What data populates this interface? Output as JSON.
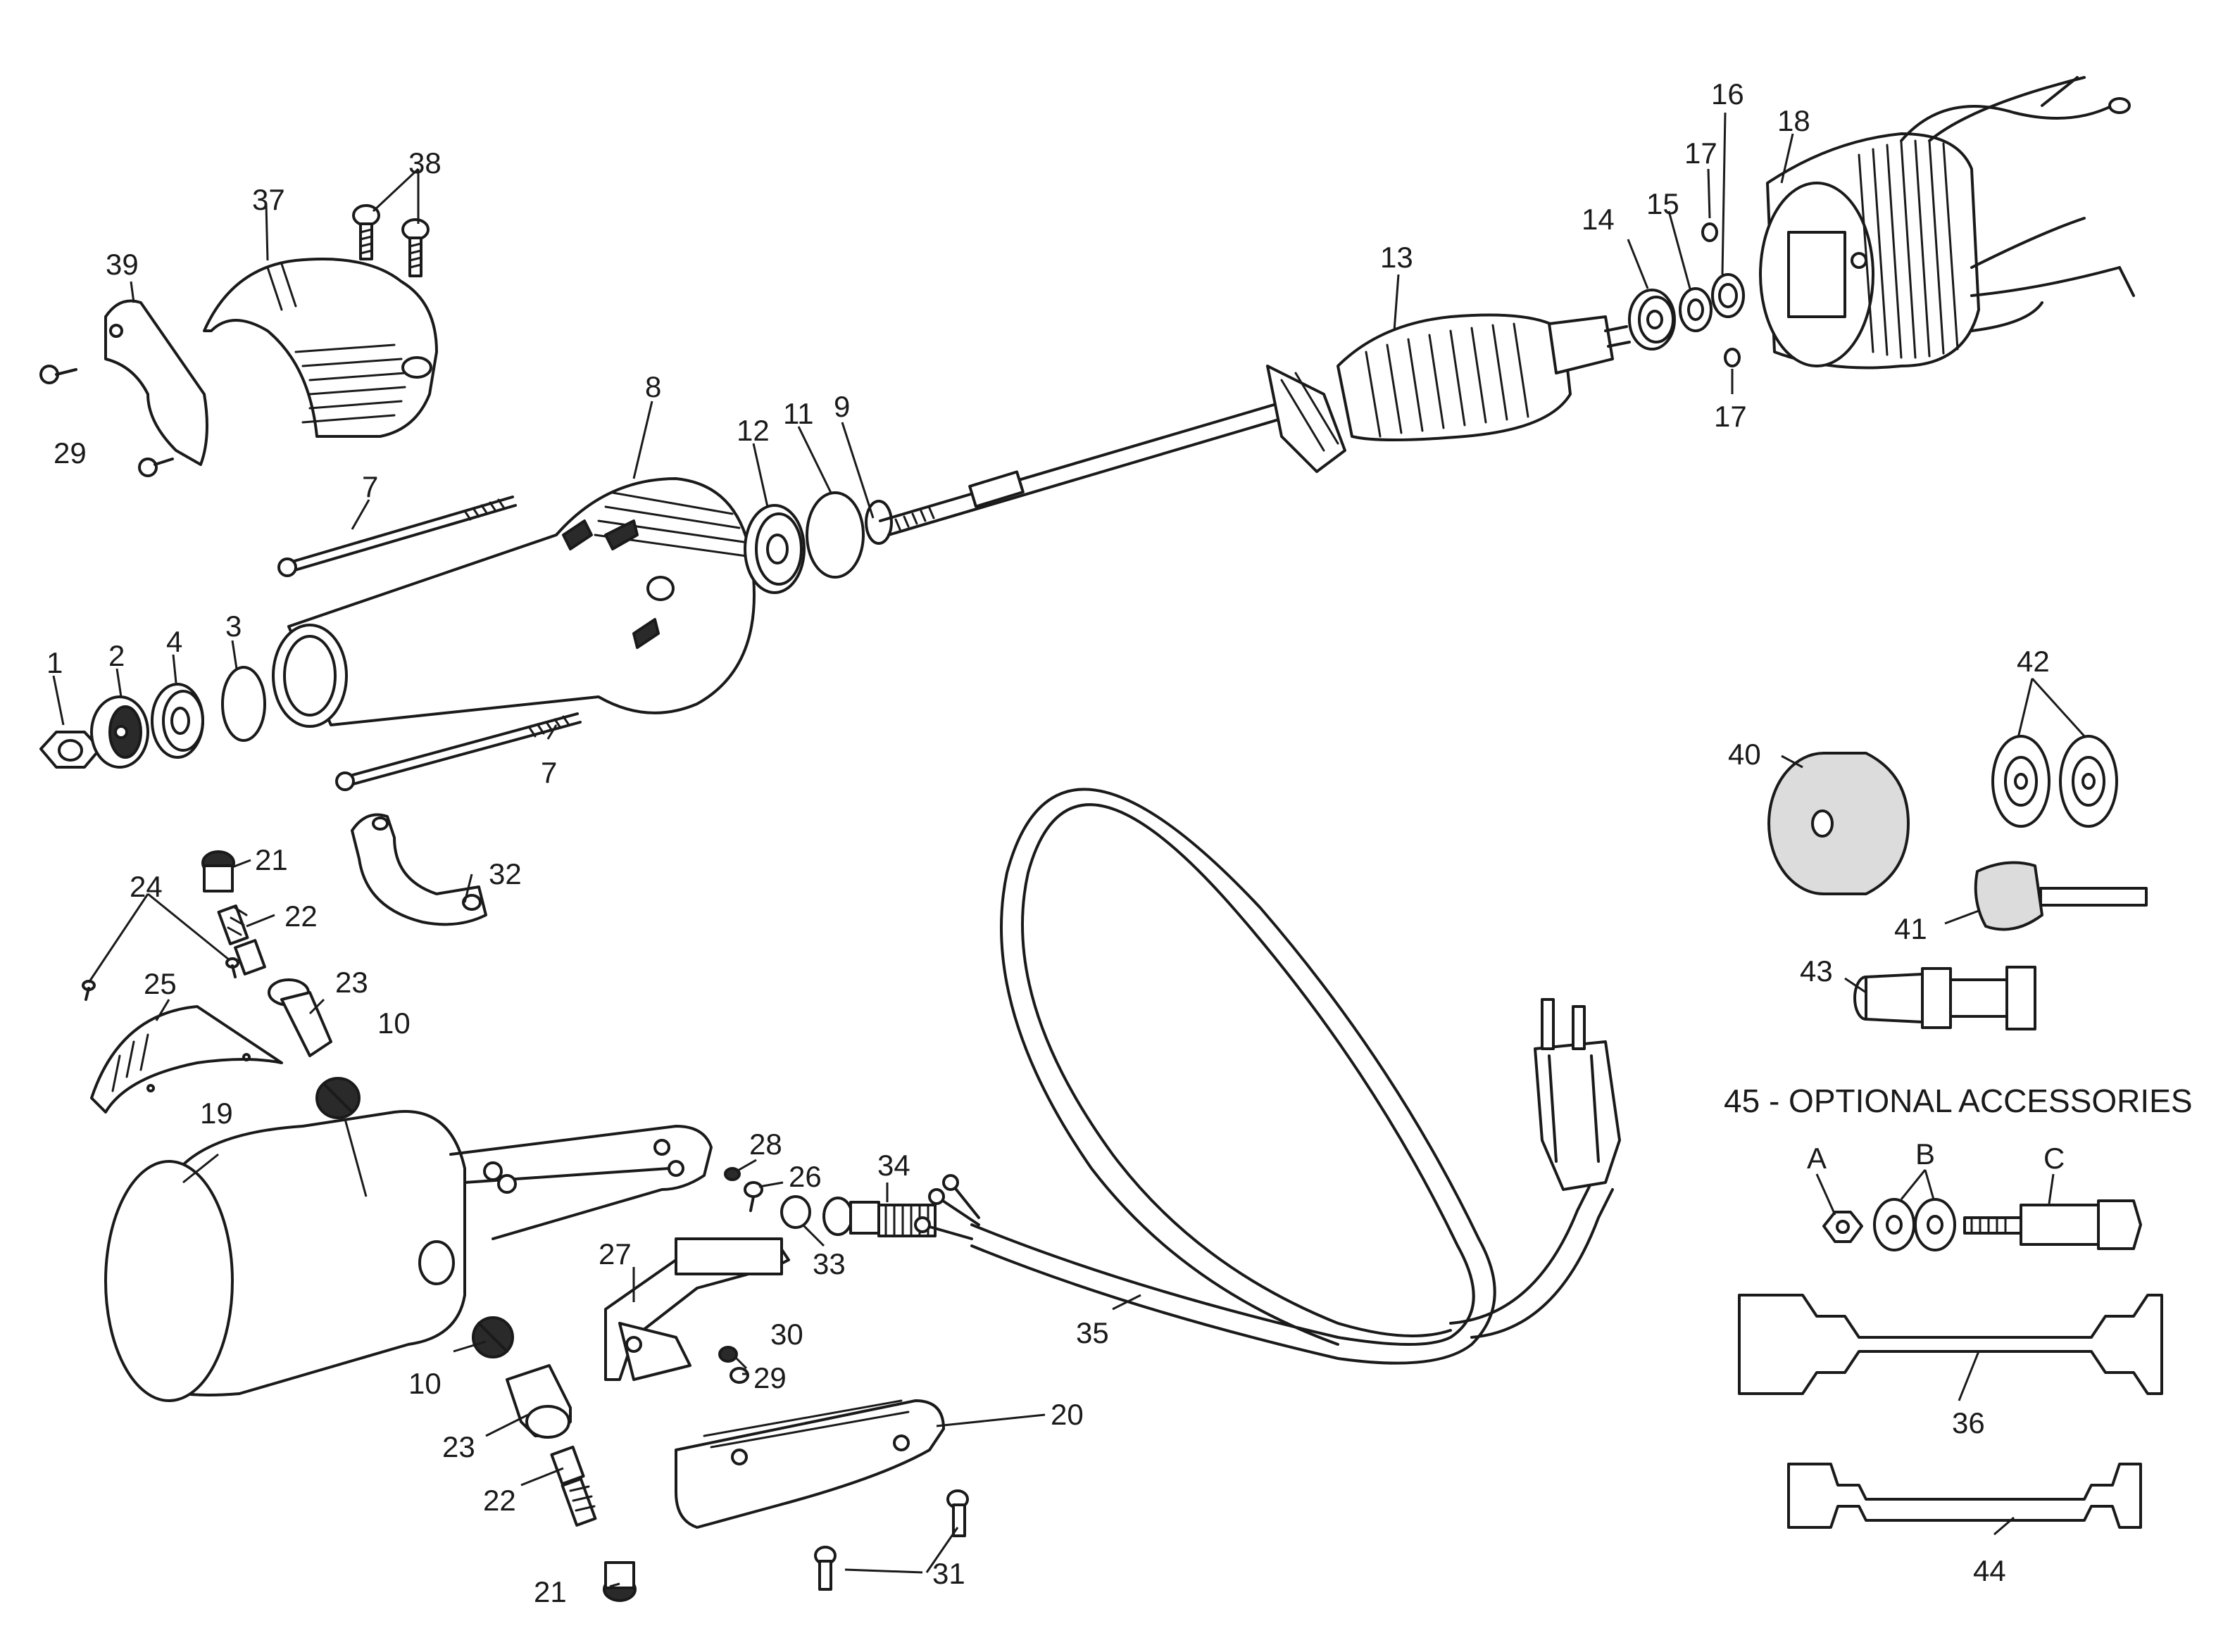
{
  "optional_accessories": {
    "heading": "45 - OPTIONAL ACCESSORIES",
    "item_a": "A",
    "item_b": "B",
    "item_c": "C"
  },
  "callouts": {
    "c1": "1",
    "c2": "2",
    "c3": "3",
    "c4": "4",
    "c7a": "7",
    "c7b": "7",
    "c8": "8",
    "c9": "9",
    "c10a": "10",
    "c10b": "10",
    "c11": "11",
    "c12": "12",
    "c13": "13",
    "c14": "14",
    "c15": "15",
    "c16": "16",
    "c17a": "17",
    "c17b": "17",
    "c18": "18",
    "c19": "19",
    "c20": "20",
    "c21a": "21",
    "c21b": "21",
    "c22a": "22",
    "c22b": "22",
    "c23a": "23",
    "c23b": "23",
    "c24": "24",
    "c25": "25",
    "c26": "26",
    "c27": "27",
    "c28": "28",
    "c29a": "29",
    "c29b": "29",
    "c30": "30",
    "c31": "31",
    "c32": "32",
    "c33": "33",
    "c34": "34",
    "c35": "35",
    "c36": "36",
    "c37": "37",
    "c38": "38",
    "c39": "39",
    "c40": "40",
    "c41": "41",
    "c42": "42",
    "c43": "43",
    "c44": "44"
  }
}
